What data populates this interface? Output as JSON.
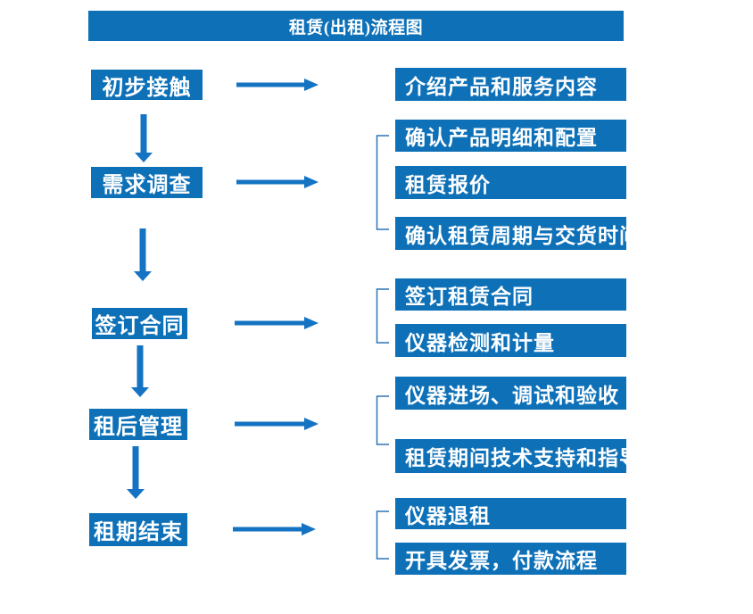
{
  "title": "租赁(出租)流程图",
  "colors": {
    "box_blue": "#0e71b8",
    "arrow_blue": "#1473c2",
    "bracket_blue": "#2e74b5",
    "text_white": "#ffffff",
    "background": "#ffffff"
  },
  "steps": [
    {
      "label": "初步接触",
      "details": [
        "介绍产品和服务内容"
      ]
    },
    {
      "label": "需求调查",
      "details": [
        "确认产品明细和配置",
        "租赁报价",
        "确认租赁周期与交货时间"
      ]
    },
    {
      "label": "签订合同",
      "details": [
        "签订租赁合同",
        "仪器检测和计量"
      ]
    },
    {
      "label": "租后管理",
      "details": [
        "仪器进场、调试和验收",
        "租赁期间技术支持和指导"
      ]
    },
    {
      "label": "租期结束",
      "details": [
        "仪器退租",
        "开具发票，付款流程"
      ]
    }
  ]
}
